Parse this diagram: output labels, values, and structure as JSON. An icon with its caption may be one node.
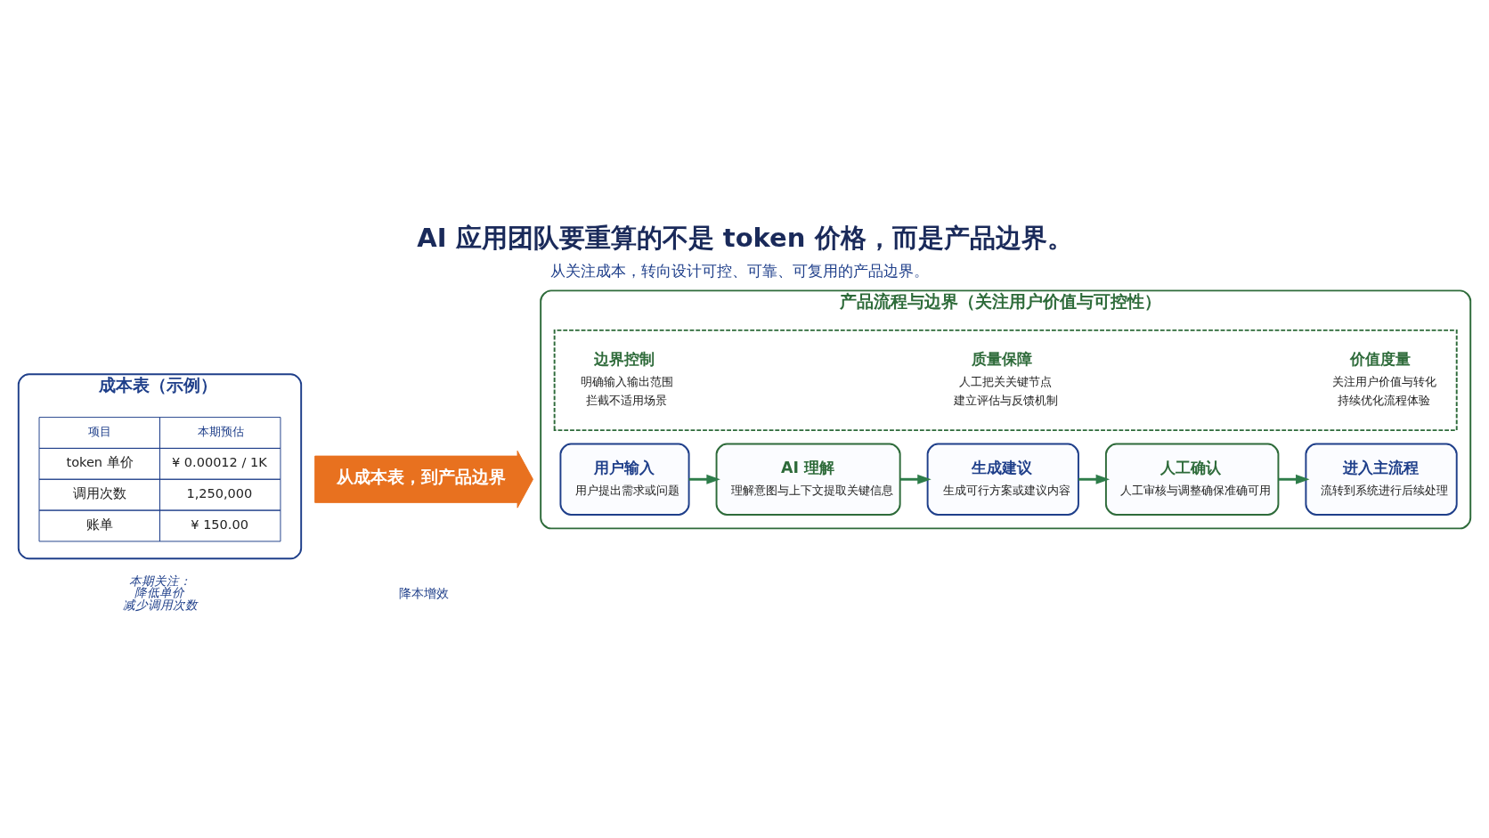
{
  "diagram": {
    "title": "AI 应用团队要重算的不是 token 价格，而是产品边界。",
    "caption": "从关注成本，转向设计可控、可靠、可复用的产品边界。",
    "nodes": [
      {
        "text": [
          "成本表（示例）"
        ]
      },
      {
        "text": [
          "从成本表，到产品边界"
        ]
      },
      {
        "text": [
          "产品流程与边界（关注用户价值与可控性）"
        ]
      },
      {
        "text": [
          "用户输入",
          "用户提出需求或问题"
        ],
        "in": 2
      },
      {
        "text": [
          "AI 理解",
          "理解意图与上下文提取关键信息"
        ],
        "in": 2
      },
      {
        "text": [
          "生成建议",
          "生成可行方案或建议内容"
        ],
        "in": 2
      },
      {
        "text": [
          "人工确认",
          "人工审核与调整确保准确可用"
        ],
        "in": 2
      },
      {
        "text": [
          "进入主流程",
          "流转到系统进行后续处理"
        ],
        "in": 2
      },
      {
        "text": [],
        "shape": "box",
        "in": 2
      },
      {
        "text": [
          "边界控制",
          "明确输入输出范围",
          "拦截不适用场景"
        ],
        "in": 8
      },
      {
        "text": [
          "质量保障",
          "人工把关关键节点",
          "建立评估与反馈机制"
        ],
        "in": 8
      },
      {
        "text": [
          "价值度量",
          "关注用户价值与转化",
          "持续优化流程体验"
        ],
        "in": 8
      }
    ],
    "edges": [
      {
        "from": 3,
        "to": 4,
        "arrow": "to"
      },
      {
        "from": 4,
        "to": 5,
        "arrow": "to"
      },
      {
        "from": 5,
        "to": 6,
        "arrow": "to"
      },
      {
        "from": 6,
        "to": 7,
        "arrow": "to"
      }
    ],
    "labels": [
      "项目",
      "本期预估",
      "token 单价",
      "¥ 0.00012 / 1K",
      "调用次数",
      "1,250,000",
      "账单",
      "¥ 150.00",
      "本期关注：",
      "降低单价",
      "减少调用次数",
      "降本增效"
    ]
  }
}
